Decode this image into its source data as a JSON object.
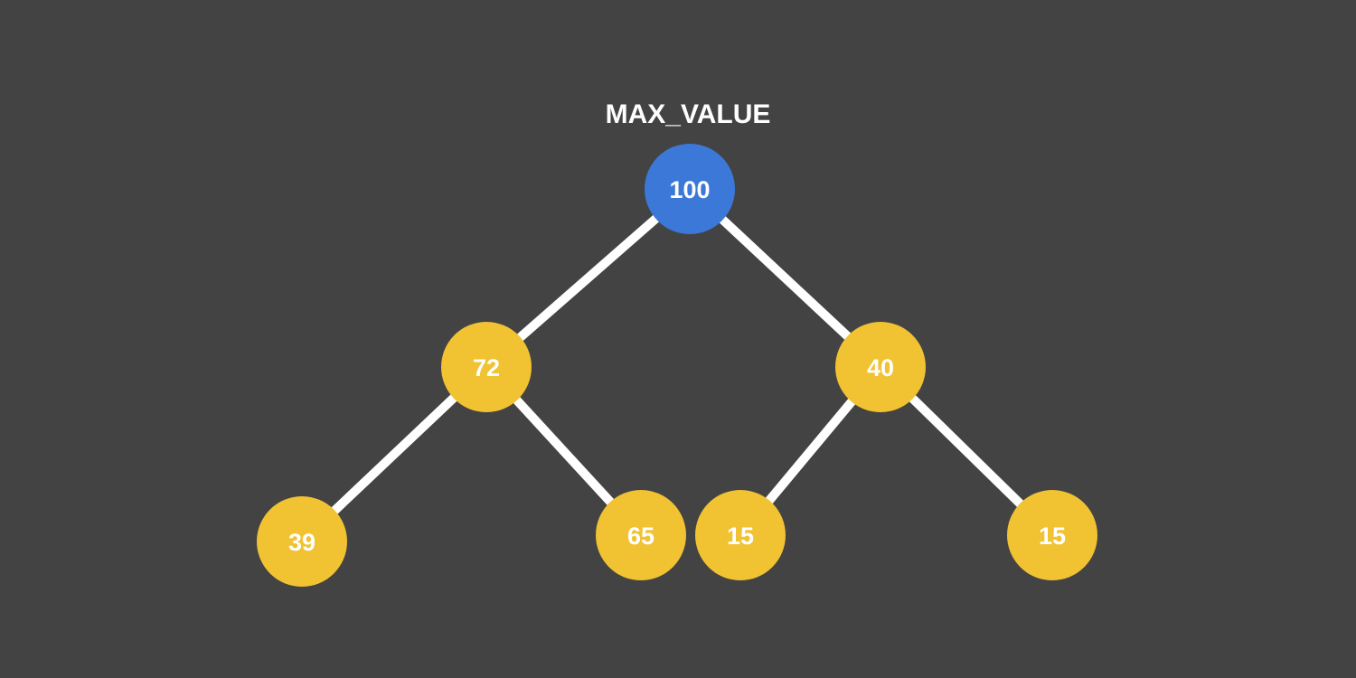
{
  "title": "MAX_VALUE",
  "colors": {
    "background": "#434343",
    "root_node": "#3c78d8",
    "child_node": "#f1c232",
    "edge": "#ffffff",
    "text": "#ffffff"
  },
  "tree": {
    "nodes": [
      {
        "id": "n100",
        "label": "100",
        "role": "root"
      },
      {
        "id": "n72",
        "label": "72",
        "role": "child"
      },
      {
        "id": "n40",
        "label": "40",
        "role": "child"
      },
      {
        "id": "n39",
        "label": "39",
        "role": "child"
      },
      {
        "id": "n65",
        "label": "65",
        "role": "child"
      },
      {
        "id": "n15a",
        "label": "15",
        "role": "child"
      },
      {
        "id": "n15b",
        "label": "15",
        "role": "child"
      }
    ],
    "edges": [
      {
        "from": "n100",
        "to": "n72"
      },
      {
        "from": "n100",
        "to": "n40"
      },
      {
        "from": "n72",
        "to": "n39"
      },
      {
        "from": "n72",
        "to": "n65"
      },
      {
        "from": "n40",
        "to": "n15a"
      },
      {
        "from": "n40",
        "to": "n15b"
      }
    ]
  }
}
